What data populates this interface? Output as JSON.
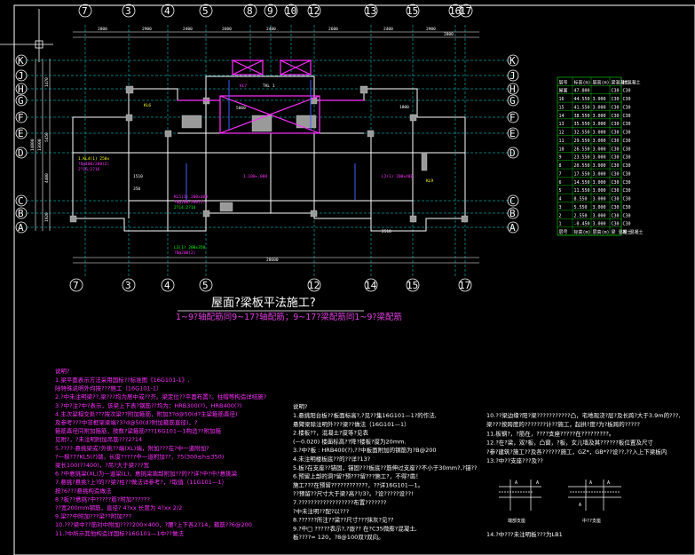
{
  "drawing": {
    "title": "屋面?梁板平法施工?",
    "subtitle": "1~9?轴配筋同9~17?轴配筋；9~17?梁配筋同1~9?梁配筋",
    "grid_cols_top": [
      "7",
      "3",
      "4",
      "5",
      "8",
      "9",
      "10",
      "12",
      "13",
      "15",
      "16",
      "17"
    ],
    "grid_cols_bottom": [
      "7",
      "3",
      "4",
      "5",
      "12",
      "14",
      "15",
      "17"
    ],
    "grid_rows_left": [
      "K",
      "J",
      "H",
      "G",
      "F",
      "E",
      "D",
      "C",
      "B",
      "A"
    ],
    "grid_rows_right": [
      "K",
      "J",
      "H",
      "G",
      "F",
      "E",
      "D",
      "C",
      "B",
      "A"
    ],
    "dim_top": [
      "2800",
      "2900",
      "2400",
      "2600",
      "2400",
      "2600",
      "2400",
      "2900",
      "2800"
    ],
    "dim_bottom_total": "28600",
    "dim_left": [
      "14000",
      "13600",
      "1470",
      "5450",
      "4400",
      "1920"
    ],
    "beam_labels": [
      "5060",
      "1800",
      "350",
      "1510",
      "KL5(1)",
      "KL5",
      "L2(1)",
      "2510"
    ]
  },
  "level_table": {
    "header": [
      "层号",
      "标高(m)",
      "层高(m)",
      "梁混凝土",
      "柱混凝土"
    ],
    "rows": [
      [
        "屋面",
        "47.800",
        "",
        "C30",
        "C30"
      ],
      [
        "16",
        "44.550",
        "3.000",
        "C30",
        "C30"
      ],
      [
        "15",
        "41.550",
        "3.000",
        "C30",
        "C30"
      ],
      [
        "14",
        "38.550",
        "3.000",
        "C30",
        "C30"
      ],
      [
        "13",
        "35.550",
        "3.000",
        "C30",
        "C30"
      ],
      [
        "12",
        "32.550",
        "3.000",
        "C30",
        "C30"
      ],
      [
        "11",
        "29.550",
        "3.000",
        "C30",
        "C30"
      ],
      [
        "10",
        "26.550",
        "3.000",
        "C30",
        "C30"
      ],
      [
        "9",
        "23.550",
        "3.000",
        "C30",
        "C30"
      ],
      [
        "8",
        "20.550",
        "3.000",
        "C30",
        "C30"
      ],
      [
        "7",
        "17.550",
        "3.000",
        "C30",
        "C30"
      ],
      [
        "6",
        "14.550",
        "3.000",
        "C30",
        "C30"
      ],
      [
        "5",
        "11.550",
        "3.000",
        "C30",
        "C30"
      ],
      [
        "4",
        "8.550",
        "3.000",
        "C30",
        "C30"
      ],
      [
        "3",
        "5.550",
        "3.000",
        "C30",
        "C30"
      ],
      [
        "2",
        "2.550",
        "3.000",
        "C30",
        "C30"
      ],
      [
        "1",
        "-0.450",
        "3.000",
        "C30",
        "C30"
      ]
    ],
    "footer": [
      "层号",
      "标高(m)",
      "层高(m)",
      "梁 混凝土",
      "柱 混凝土"
    ]
  },
  "notes_left": {
    "heading": "说明?",
    "lines": [
      "1.梁平面表示方法采用国标??标准图《16G101-1》,",
      "   除特殊说明外均按???施工（16G101-1）",
      "2.?中未注明梁??,梁???均为居中或??齐。梁定位??平面布置?。柱帽等构造详结施?",
      "3.?中?注?中?表示，该梁上下表?钢筋??均为：HRB300(?)，HRB400(?)",
      "4.主次梁相交处???按次梁??附加箍筋，附加3?d@50(d?主梁箍筋直径)",
      "   及参考???中非框架梁端?3?d@50(d?附加箍筋直径)，?",
      "   箍筋直径同附加箍筋，肢数?梁箍筋???16G101—1构造??附加箍",
      "   见附?，?未注明附加吊筋???2?14",
      "5.????-悬挑梁或?外挑??端(XL)端，附加???在?中一道附加?",
      "   ?一根?7?KL5(?)端，长度?????中一道附加??，75(300≤h≤350)",
      "   梁长100(??400)，?吊?大于梁???宽",
      "6.?中悬挑梁(XL)为一道梁(L)，悬挑梁端部附加??的??详?中?中?悬挑梁",
      "7.悬挑?悬挑?上?的??梁?柱??做法详参考?，?取值（11G101—1）",
      "   按?6???悬挑构造做法",
      "8.?板??悬挑?中?????筋?附加??????",
      "   ??宽200mm钢筋，直径? 4?xx 长度为 4?xx 2/2",
      "9.梁??中附加???梁??附加???",
      "10.???梁中??筋对中附加????200×400，?腰?上下各2?14，箍筋??6@200",
      "11.?中所示其他构造详国标?16G101—1中??做法"
    ]
  },
  "notes_middle": {
    "heading": "说明?",
    "lines": [
      "1.悬挑阳台板??板面标高?,?见??集16G101—1?的作法,",
      "   悬臂梁除注明外???梁??做法（16G101—1）",
      "2.楼板??，混凝土?度等?见表",
      "   (—0.020)  楼面标高??降?楼板?度为20mm.",
      "3.?中?板 : HRB400(?),??中板面附加的钢筋为?B@200",
      "4.未注明楼板底??的??详?13?",
      "5.板?在支座??锚固，锚固???板底??筋伸过支座??不小于30mm?,?锚??",
      "6.预留上部的洞?留?预???留???施工?，不得?凿！",
      "   施工???在预留????????????，??详16G101—1。",
      "   ??预留??尺寸大于梁?高??/3?。?设?????设??!",
      "7.??????????????????布置???????",
      "   ?中未注明??配?以???",
      "8.??????所注??梁??尺寸???抹灰?见??",
      "9.?中□    ?????表示?,?嵌?? 在?C35微膨?混凝土,",
      "   板????= 120，?8@100双?双向。"
    ]
  },
  "notes_right": {
    "lines": [
      "10.??梁边缘?阳?梁???????????凸，宅地现浇?层?及长跨?大于3.9m的???,",
      "   梁???按跨度的???????计??施工，起拱?度?为?板跨的?????",
      "11.板钢?，?筋在，????支座?????在?????????。",
      "12.?在?梁，双?板，凸窗，?板，女儿墙及其??????板位置及尺寸",
      "   ?参?建筑?施工??及各??????施工，GZ*，GB*??设??,??入上下梁板内",
      "13.?中??支座???及??"
    ],
    "footer_line": "14.?中???未注明板???为LB1",
    "sketch_labels": [
      "A",
      "A",
      "A",
      "A",
      "A",
      "端部支座",
      "中??支座"
    ]
  }
}
